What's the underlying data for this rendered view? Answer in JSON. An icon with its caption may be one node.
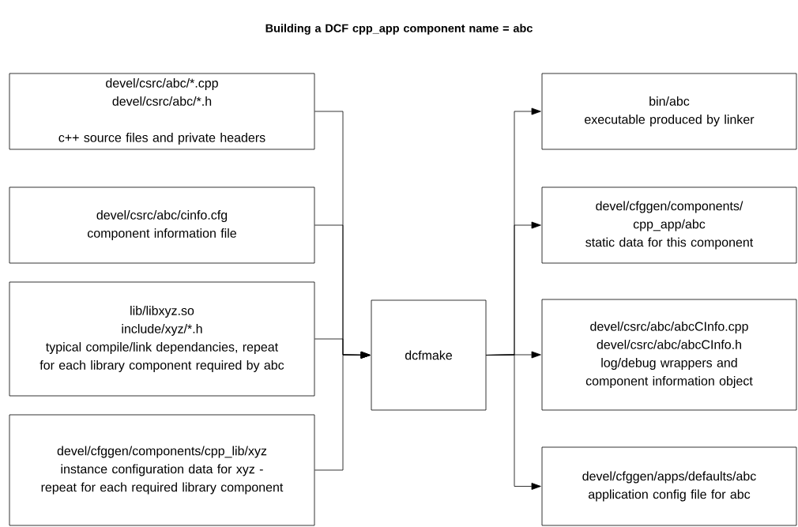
{
  "diagram": {
    "title": "Building a DCF cpp_app component name = abc",
    "nodes": [
      {
        "text": [
          "devel/csrc/abc/*.cpp",
          "devel/csrc/abc/*.h",
          "c++ source files and private headers"
        ]
      },
      {
        "text": [
          "devel/csrc/abc/cinfo.cfg",
          "component information file"
        ]
      },
      {
        "text": [
          "lib/libxyz.so",
          "include/xyz/*.h",
          "typical compile/link dependancies, repeat for each library component required by abc"
        ]
      },
      {
        "text": [
          "devel/cfggen/components/cpp_lib/xyz",
          "instance configuration data for xyz - repeat for each required library component"
        ]
      },
      {
        "text": [
          "dcfmake"
        ]
      },
      {
        "text": [
          "bin/abc",
          "executable produced by linker"
        ]
      },
      {
        "text": [
          "devel/cfggen/components/ cpp_app/abc",
          "static data for this component"
        ]
      },
      {
        "text": [
          "devel/csrc/abc/abcCInfo.cpp",
          "devel/csrc/abc/abcCInfo.h",
          "log/debug wrappers and component information object"
        ]
      },
      {
        "text": [
          "devel/cfggen/apps/defaults/abc",
          "application config file for abc"
        ]
      }
    ],
    "edges": [
      {
        "from": 0,
        "to": 4,
        "arrow": "to"
      },
      {
        "from": 1,
        "to": 4,
        "arrow": "to"
      },
      {
        "from": 2,
        "to": 4,
        "arrow": "to"
      },
      {
        "from": 3,
        "to": 4,
        "arrow": "to"
      },
      {
        "from": 4,
        "to": 5,
        "arrow": "to"
      },
      {
        "from": 4,
        "to": 6,
        "arrow": "to"
      },
      {
        "from": 4,
        "to": 7,
        "arrow": "to"
      },
      {
        "from": 4,
        "to": 8,
        "arrow": "to"
      }
    ]
  }
}
